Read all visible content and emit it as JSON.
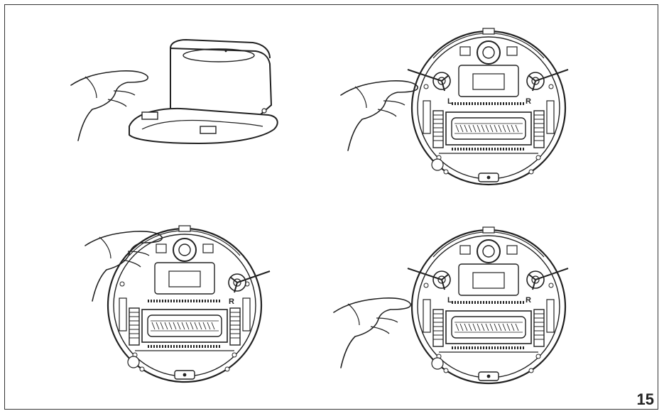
{
  "page": {
    "number": "15"
  },
  "panels": [
    {
      "id": "dock",
      "icon": "charging-dock-icon"
    },
    {
      "id": "robot-top-right",
      "icon": "robot-bottom-icon",
      "labels": [
        "L",
        "R"
      ]
    },
    {
      "id": "robot-bottom-left",
      "icon": "robot-bottom-icon",
      "labels": [
        "R"
      ]
    },
    {
      "id": "robot-bottom-right",
      "icon": "robot-bottom-icon",
      "labels": [
        "L",
        "R"
      ]
    }
  ]
}
